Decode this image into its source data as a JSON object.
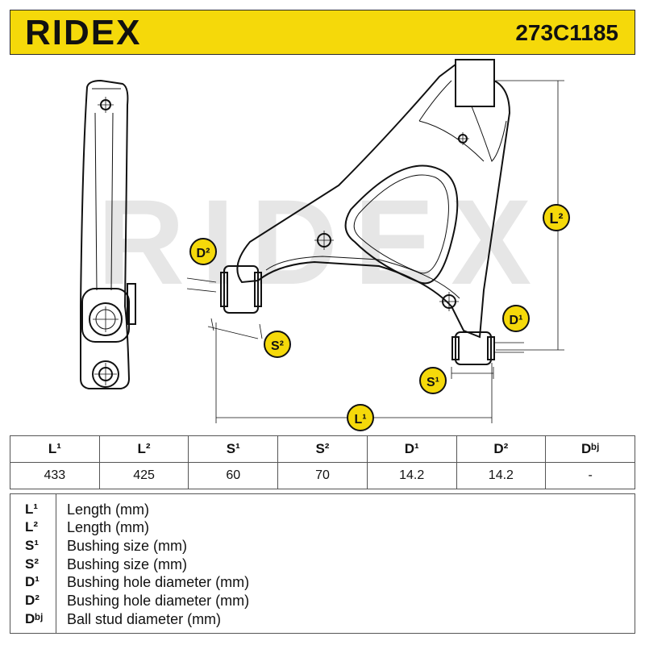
{
  "header": {
    "brand": "RIDEX",
    "part_number": "273C1185"
  },
  "drawing": {
    "watermark": "RIDEX",
    "dimension_labels": {
      "L1": "L¹",
      "L2": "L²",
      "S1": "S¹",
      "S2": "S²",
      "D1": "D¹",
      "D2": "D²"
    },
    "colors": {
      "badge": "#f5d90a",
      "badge_border": "#111111",
      "watermark": "#e6e6e6"
    }
  },
  "spec_table": {
    "headers": [
      "L¹",
      "L²",
      "S¹",
      "S²",
      "D¹",
      "D²",
      "Dᵇʲ"
    ],
    "values": [
      "433",
      "425",
      "60",
      "70",
      "14.2",
      "14.2",
      "-"
    ]
  },
  "legend": [
    {
      "symbol": "L¹",
      "text": "Length (mm)"
    },
    {
      "symbol": "L²",
      "text": "Length (mm)"
    },
    {
      "symbol": "S¹",
      "text": "Bushing size (mm)"
    },
    {
      "symbol": "S²",
      "text": "Bushing size (mm)"
    },
    {
      "symbol": "D¹",
      "text": "Bushing hole diameter (mm)"
    },
    {
      "symbol": "D²",
      "text": "Bushing hole diameter (mm)"
    },
    {
      "symbol": "Dᵇʲ",
      "text": "Ball stud diameter (mm)"
    }
  ]
}
